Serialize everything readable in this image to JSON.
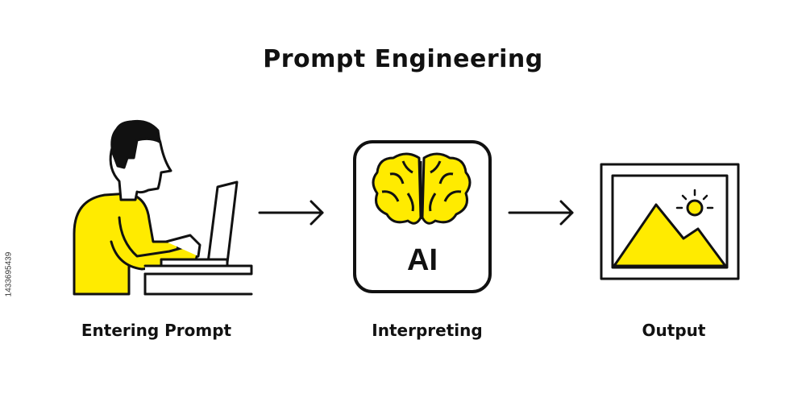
{
  "title": "Prompt Engineering",
  "steps": [
    {
      "label": "Entering Prompt",
      "icon": "person-laptop-icon"
    },
    {
      "label": "Interpreting",
      "icon": "brain-icon",
      "badge": "AI"
    },
    {
      "label": "Output",
      "icon": "image-icon"
    }
  ],
  "side_id": "1433695439",
  "colors": {
    "accent": "#FFEB00",
    "stroke": "#111111",
    "background": "#FFFFFF"
  }
}
